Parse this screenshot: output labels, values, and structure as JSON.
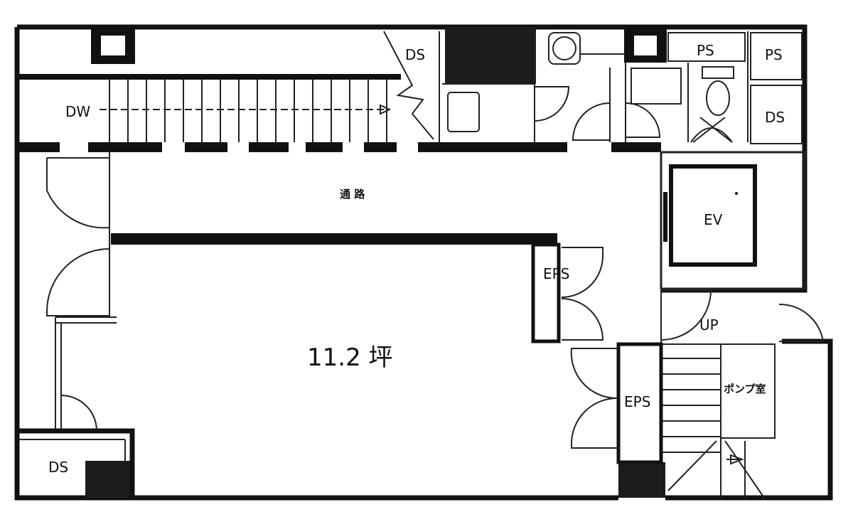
{
  "plan": {
    "area_label": "11.2 坪",
    "corridor_label": "通 路",
    "dw_label": "DW",
    "ds_top": "DS",
    "ps_1": "PS",
    "ps_2": "PS",
    "ds_right": "DS",
    "ds_bottom_left": "DS",
    "eps_upper": "EPS",
    "eps_lower": "EPS",
    "ev_label": "EV",
    "up_label": "UP",
    "pump_room_label": "ポンプ室"
  },
  "colors": {
    "wall": "#111111",
    "fill_dark": "#1c1c1c",
    "background": "#ffffff"
  }
}
